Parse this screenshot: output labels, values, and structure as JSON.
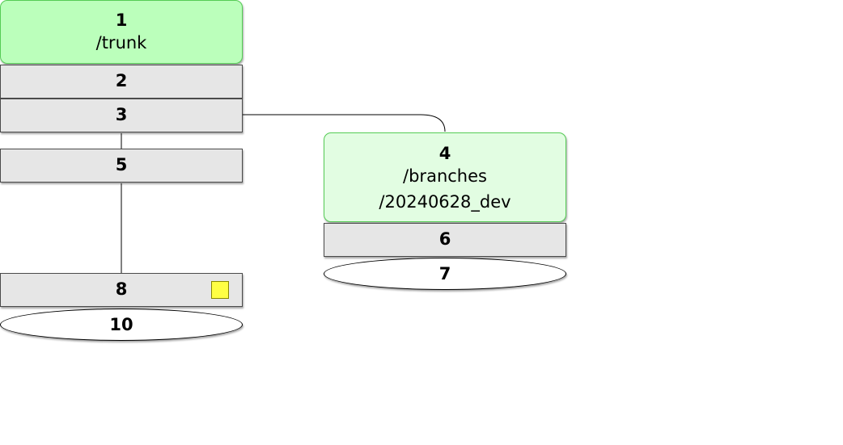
{
  "graph": {
    "trunk_head": {
      "revision": "1",
      "path": "/trunk"
    },
    "dev_head": {
      "revision": "4",
      "path_line1": "/branches",
      "path_line2": "/20240628_dev"
    },
    "revisions": {
      "r2": "2",
      "r3": "3",
      "r5": "5",
      "r6": "6",
      "r7": "7",
      "r8": "8",
      "r10": "10"
    },
    "colors": {
      "trunk_head": "#bbffbb",
      "branch_head": "#e2fde2",
      "head_border": "#55cc55",
      "revision_box": "#e6e6e6",
      "marker": "#ffff44"
    },
    "markers": {
      "r8": "modified-marker-icon"
    }
  }
}
